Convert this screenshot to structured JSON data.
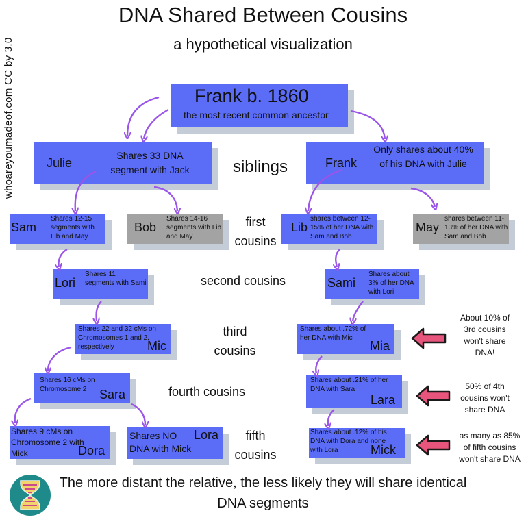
{
  "title": "DNA Shared Between Cousins",
  "subtitle": "a hypothetical visualization",
  "credit": "whoareyoumadeof.com CC by 3.0",
  "ancestor": {
    "name": "Frank b. 1860",
    "note": "the most recent common ancestor"
  },
  "julie": {
    "name": "Julie",
    "note": "Shares 33 DNA segment with Jack"
  },
  "frank2": {
    "name": "Frank",
    "note": "Only shares about 40% of his DNA with Julie"
  },
  "sam": {
    "name": "Sam",
    "note": "Shares 12-15 segments with Lib and May"
  },
  "bob": {
    "name": "Bob",
    "note": "Shares 14-16 segments with Lib and May"
  },
  "lib": {
    "name": "Lib",
    "note": "shares between 12-15% of her DNA with Sam and Bob"
  },
  "may": {
    "name": "May",
    "note": "shares between 11-13% of her DNA with Sam and Bob"
  },
  "lori": {
    "name": "Lori",
    "note": "Shares 11 segments with Sami"
  },
  "sami": {
    "name": "Sami",
    "note": "Shares about 3% of her DNA with Lori"
  },
  "mic": {
    "name": "Mic",
    "note": "Shares 22 and 32 cMs on Chromosomes 1 and 2, respectively"
  },
  "mia": {
    "name": "Mia",
    "note": "Shares about .72% of her DNA with Mic"
  },
  "sara": {
    "name": "Sara",
    "note": "Shares 16 cMs on Chromosome 2"
  },
  "lara": {
    "name": "Lara",
    "note": "Shares about .21% of her DNA with Sara"
  },
  "dora": {
    "name": "Dora",
    "note": "Shares 9 cMs on Chromosome 2 with Mick"
  },
  "lora": {
    "name": "Lora",
    "note": "Shares NO DNA with Mick"
  },
  "mick": {
    "name": "Mick",
    "note": "Shares about .12% of his DNA with Dora and none with Lora"
  },
  "generations": {
    "siblings": "siblings",
    "first": "first cousins",
    "second": "second cousins",
    "third": "third cousins",
    "fourth": "fourth cousins",
    "fifth": "fifth cousins"
  },
  "sidenotes": {
    "third": "About 10% of 3rd cousins won't share DNA!",
    "fourth": "50% of 4th cousins won't share DNA",
    "fifth": "as many as 85% of fifth cousins won't share DNA"
  },
  "footer": "The more distant the relative, the less likely they will share identical DNA segments",
  "colors": {
    "box": "#5b6cf6",
    "gray_box": "#a3a3a3",
    "shadow": "#c4ccd8",
    "arrow": "#9b55e8",
    "pointer": "#e8557c",
    "logo": "#1e8a8a"
  }
}
